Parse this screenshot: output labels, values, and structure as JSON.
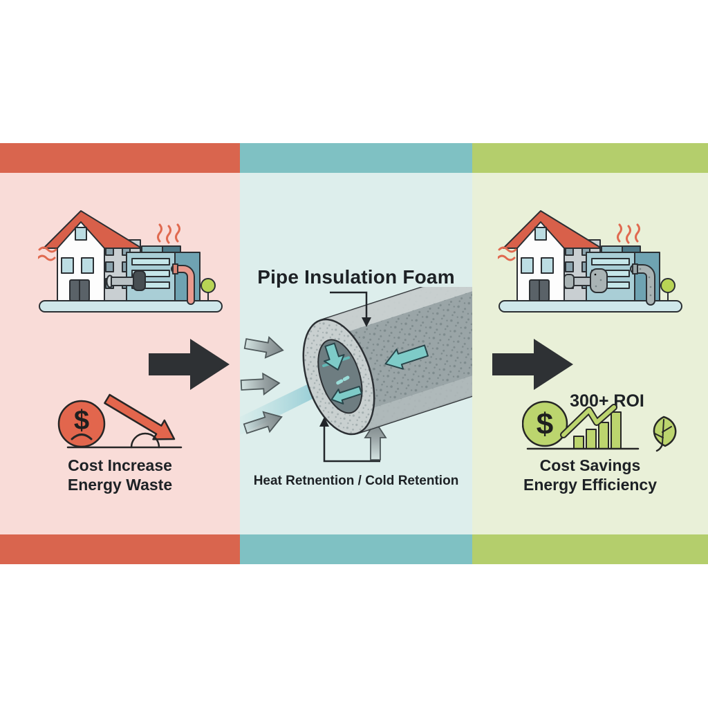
{
  "palette": {
    "accent-problem": "#d9654e",
    "bg-problem": "#f9dcd8",
    "accent-solution": "#7fc1c3",
    "bg-solution": "#ddeeec",
    "accent-benefit": "#b4ce6c",
    "bg-benefit": "#e9f0d8",
    "ink": "#1d2125",
    "arrow-black": "#2e3134",
    "alert-red": "#df6950",
    "money-green": "#bcd56e",
    "flow-teal": "#7ecbc8"
  },
  "panels": {
    "problem": {
      "caption_line1": "Cost Increase",
      "caption_line2": "Energy Waste",
      "currency_symbol": "$"
    },
    "solution": {
      "title": "Pipe Insulation Foam",
      "caption": "Heat Retnention / Cold Retention"
    },
    "benefit": {
      "roi_label": "300+ ROI",
      "caption_line1": "Cost Savings",
      "caption_line2": "Energy Efficiency",
      "currency_symbol": "$"
    }
  }
}
